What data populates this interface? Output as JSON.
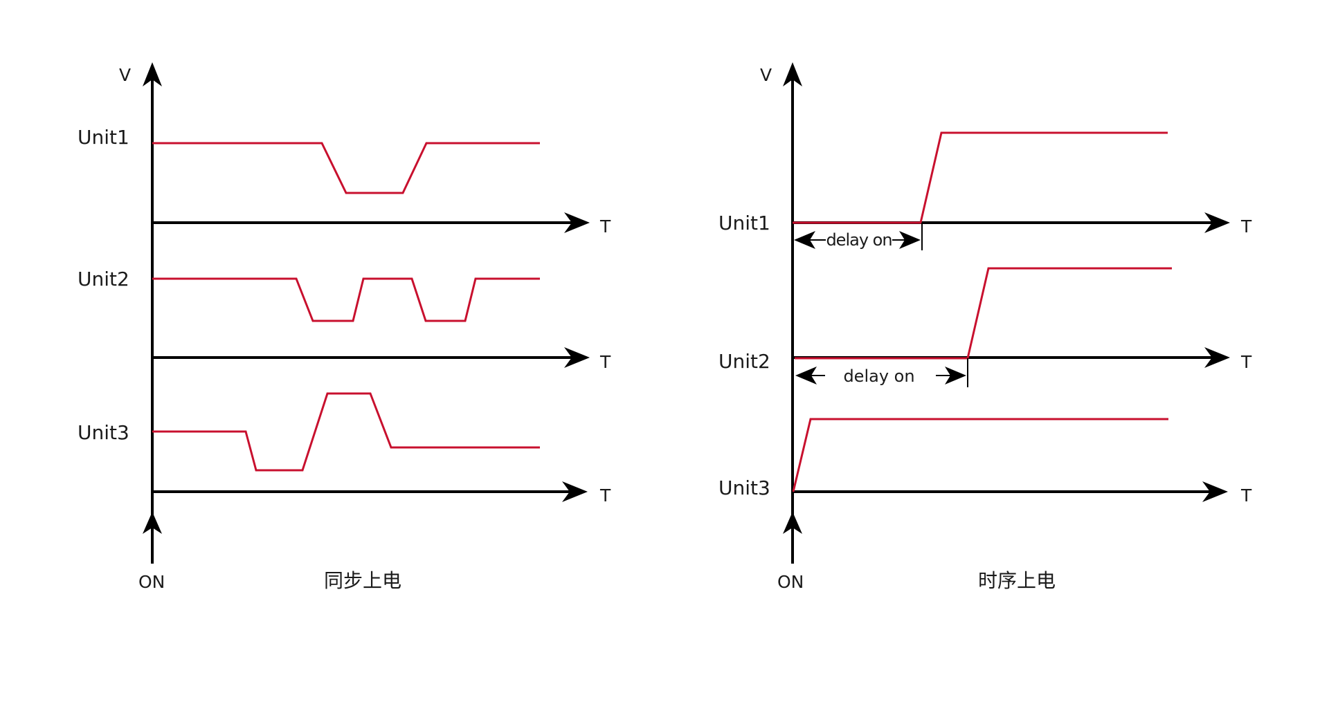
{
  "colors": {
    "axis": "#000000",
    "signal": "#c8102e",
    "text": "#1a1a1a"
  },
  "left_diagram": {
    "y_axis_label": "V",
    "x_axis_label": "T",
    "origin_label": "ON",
    "caption": "同步上电",
    "units": [
      {
        "label": "Unit1",
        "waveform": [
          [
            0,
            0
          ],
          [
            245,
            0
          ],
          [
            280,
            72
          ],
          [
            362,
            72
          ],
          [
            396,
            0
          ],
          [
            560,
            0
          ]
        ]
      },
      {
        "label": "Unit2",
        "waveform": [
          [
            0,
            0
          ],
          [
            208,
            0
          ],
          [
            232,
            61
          ],
          [
            290,
            61
          ],
          [
            305,
            0
          ],
          [
            375,
            0
          ],
          [
            395,
            61
          ],
          [
            452,
            61
          ],
          [
            467,
            0
          ],
          [
            560,
            0
          ]
        ]
      },
      {
        "label": "Unit3",
        "waveform": [
          [
            0,
            0
          ],
          [
            135,
            0
          ],
          [
            150,
            56
          ],
          [
            217,
            56
          ],
          [
            253,
            -55
          ],
          [
            315,
            -55
          ],
          [
            345,
            23
          ],
          [
            560,
            23
          ]
        ]
      }
    ]
  },
  "right_diagram": {
    "y_axis_label": "V",
    "x_axis_label": "T",
    "origin_label": "ON",
    "caption": "时序上电",
    "units": [
      {
        "label": "Unit1",
        "delay_label": "delay on",
        "waveform": [
          [
            0,
            0
          ],
          [
            185,
            0
          ],
          [
            215,
            -130
          ],
          [
            542,
            -130
          ]
        ]
      },
      {
        "label": "Unit2",
        "delay_label": "delay on",
        "waveform": [
          [
            0,
            0
          ],
          [
            250,
            0
          ],
          [
            280,
            -130
          ],
          [
            545,
            -130
          ]
        ]
      },
      {
        "label": "Unit3",
        "waveform": [
          [
            0,
            0
          ],
          [
            25,
            -105
          ],
          [
            542,
            -105
          ]
        ]
      }
    ]
  }
}
